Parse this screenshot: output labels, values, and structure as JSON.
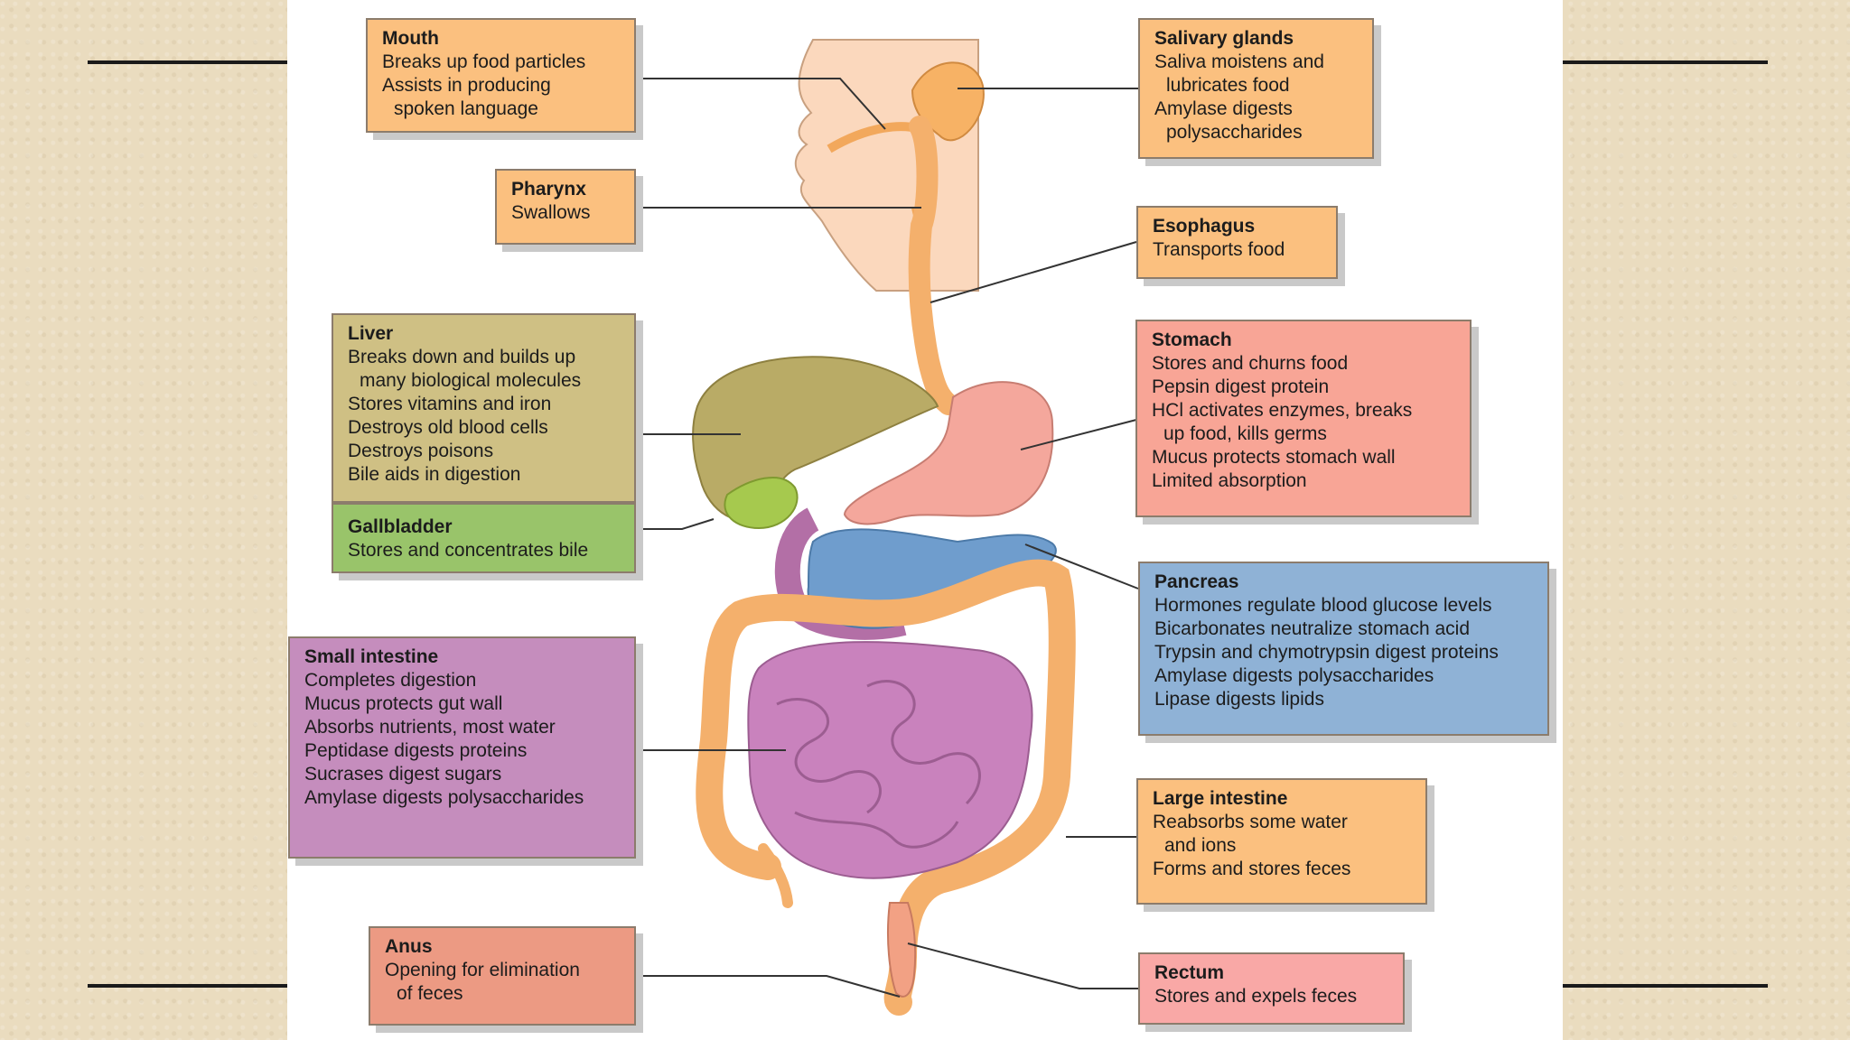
{
  "colors": {
    "background": "#eadcbf",
    "panel": "#ffffff",
    "orange": "#fbc07f",
    "olive": "#cfc084",
    "green": "#99c46a",
    "pink": "#f8a596",
    "blue": "#8fb2d6",
    "purple": "#c58dbd",
    "coral": "#ec9a83"
  },
  "labels": {
    "mouth": {
      "title": "Mouth",
      "lines": [
        "Breaks up food particles",
        "Assists in producing",
        "spoken language"
      ]
    },
    "pharynx": {
      "title": "Pharynx",
      "lines": [
        "Swallows"
      ]
    },
    "liver": {
      "title": "Liver",
      "lines": [
        "Breaks down and builds up",
        "many biological molecules",
        "Stores vitamins and iron",
        "Destroys old blood cells",
        "Destroys poisons",
        "Bile aids in digestion"
      ]
    },
    "gallbladder": {
      "title": "Gallbladder",
      "lines": [
        "Stores and concentrates bile"
      ]
    },
    "small_intestine": {
      "title": "Small intestine",
      "lines": [
        "Completes digestion",
        "Mucus protects gut wall",
        "Absorbs nutrients, most water",
        "Peptidase digests proteins",
        "Sucrases digest sugars",
        "Amylase digests polysaccharides"
      ]
    },
    "anus": {
      "title": "Anus",
      "lines": [
        "Opening for elimination",
        "of feces"
      ]
    },
    "salivary": {
      "title": "Salivary glands",
      "lines": [
        "Saliva moistens and",
        "lubricates food",
        "Amylase digests",
        "polysaccharides"
      ]
    },
    "esophagus": {
      "title": "Esophagus",
      "lines": [
        "Transports food"
      ]
    },
    "stomach": {
      "title": "Stomach",
      "lines": [
        "Stores and churns food",
        "Pepsin digest protein",
        "HCl activates enzymes, breaks",
        "up food, kills germs",
        "Mucus protects stomach wall",
        "Limited absorption"
      ]
    },
    "pancreas": {
      "title": "Pancreas",
      "lines": [
        "Hormones regulate blood glucose levels",
        "Bicarbonates neutralize stomach acid",
        "Trypsin and chymotrypsin digest proteins",
        "Amylase digests polysaccharides",
        "Lipase digests lipids"
      ]
    },
    "large_intestine": {
      "title": "Large intestine",
      "lines": [
        "Reabsorbs some water",
        "and ions",
        "Forms and stores feces"
      ]
    },
    "rectum": {
      "title": "Rectum",
      "lines": [
        "Stores and expels feces"
      ]
    }
  }
}
